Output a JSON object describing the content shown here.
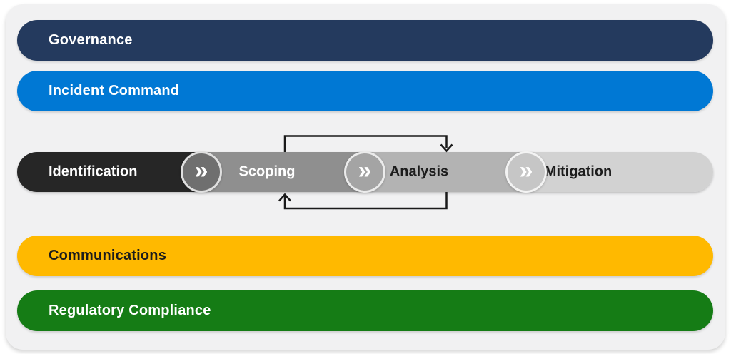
{
  "page": {
    "panel_background": "#f1f1f2"
  },
  "diagram": {
    "bars": [
      {
        "label": "Governance",
        "color": "#243a5e",
        "text_color": "#ffffff"
      },
      {
        "label": "Incident Command",
        "color": "#0078d4",
        "text_color": "#ffffff"
      },
      {
        "label": "Communications",
        "color": "#ffb900",
        "text_color": "#1c1c1c"
      },
      {
        "label": "Regulatory Compliance",
        "color": "#157c15",
        "text_color": "#ffffff"
      }
    ],
    "process_flow": {
      "stages": [
        {
          "label": "Identification",
          "color": "#262626",
          "text_color": "#ffffff"
        },
        {
          "label": "Scoping",
          "color": "#8f8f8f",
          "text_color": "#ffffff"
        },
        {
          "label": "Analysis",
          "color": "#b3b3b3",
          "text_color": "#1c1c1c"
        },
        {
          "label": "Mitigation",
          "color": "#d2d2d2",
          "text_color": "#1c1c1c"
        }
      ],
      "connectors": [
        {
          "glyph": "»",
          "color": "#6f6f6f"
        },
        {
          "glyph": "»",
          "color": "#a4a4a4"
        },
        {
          "glyph": "»",
          "color": "#c6c6c6"
        }
      ],
      "loop": {
        "from_stage": "Scoping",
        "to_stage": "Analysis",
        "bidirectional": true,
        "color": "#1a1a1a"
      }
    }
  }
}
